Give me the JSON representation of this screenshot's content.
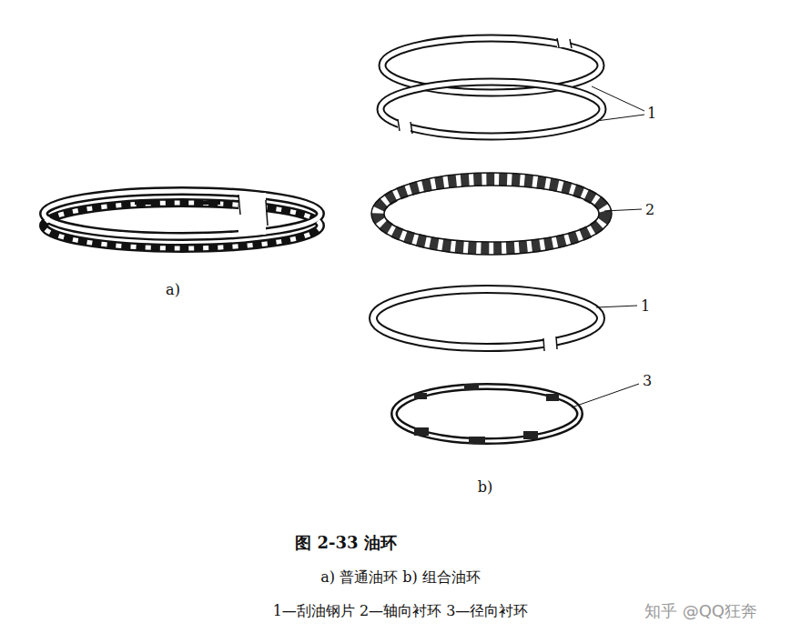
{
  "diagram": {
    "caption": "图 2-33 油环",
    "labels": [
      "1",
      "2",
      "1",
      "3",
      "a)",
      "b)",
      "a) 普通油环 b) 组合油环",
      "1—刮油钢片 2—轴向衬环 3—径向衬环",
      "知乎 @QQ狂奔"
    ]
  }
}
